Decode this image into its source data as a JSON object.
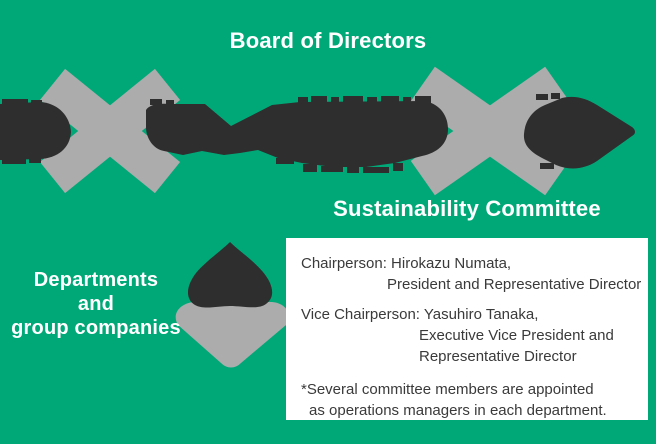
{
  "colors": {
    "background": "#00A878",
    "dark": "#2E2E2E",
    "gray": "#ACACAC",
    "heading_text": "#FFFFFF",
    "box_bg": "#FFFFFF",
    "box_text": "#3A3A3A"
  },
  "headings": {
    "board": "Board of Directors",
    "committee": "Sustainability Committee"
  },
  "left_label": {
    "lines": [
      "Departments",
      "and",
      "group companies"
    ]
  },
  "committee_box": {
    "chair_line1": "Chairperson: Hirokazu Numata,",
    "chair_line2": "President and Representative Director",
    "vice_line1": "Vice Chairperson: Yasuhiro Tanaka,",
    "vice_line2": "Executive Vice President and",
    "vice_line3": "Representative Director",
    "note_line1": "*Several committee members are appointed",
    "note_line2": "as operations managers in each department."
  },
  "icons": {
    "flow_ribbon": "interwoven-ribbon-arrow-right",
    "cross_left": "gray-crossing-ribbon",
    "cross_right": "gray-crossing-ribbon",
    "up_arrow": "dark-up-arrow",
    "down_arrow": "gray-down-arrow"
  }
}
